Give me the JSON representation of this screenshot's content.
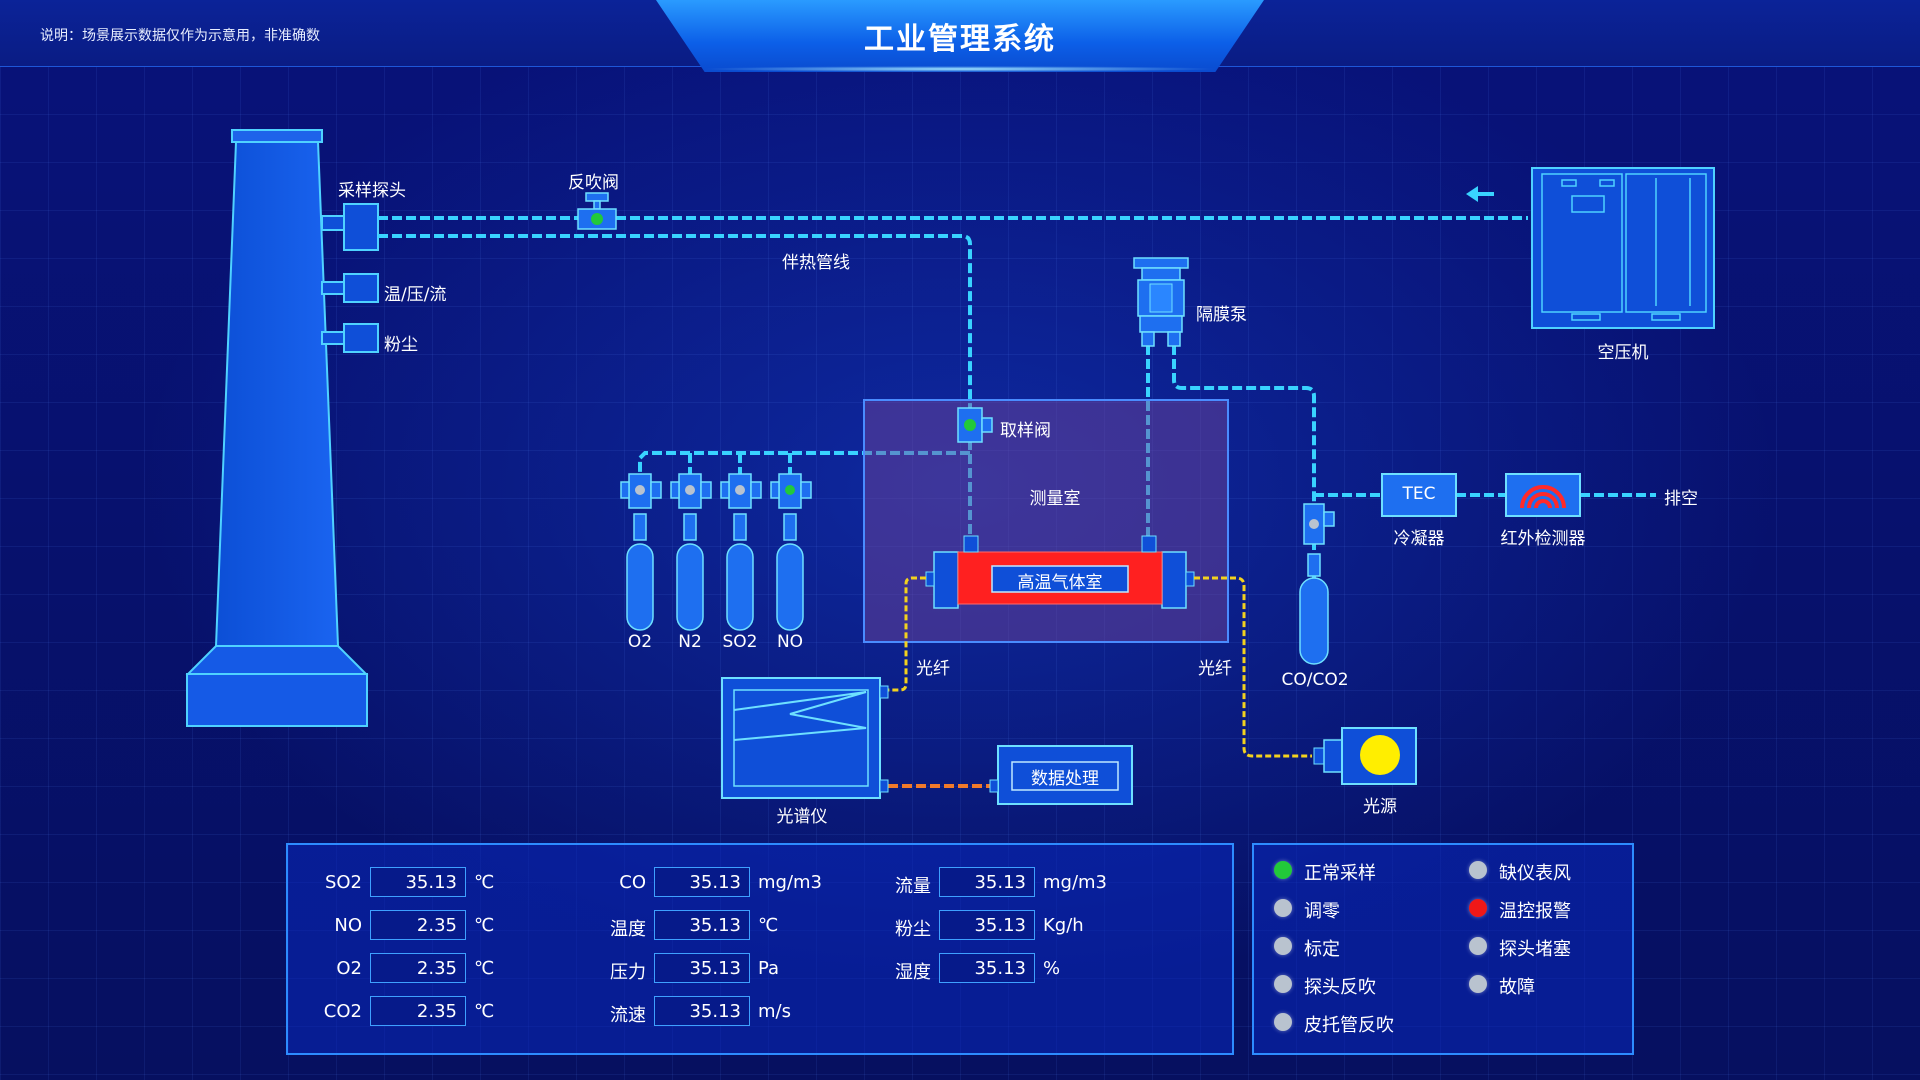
{
  "header": {
    "note": "说明：场景展示数据仅作为示意用，非准确数",
    "title": "工业管理系统"
  },
  "diagram": {
    "labels": {
      "sampling_probe": "采样探头",
      "temp_pressure_flow": "温/压/流",
      "dust": "粉尘",
      "blowback_valve": "反吹阀",
      "heat_trace_line": "伴热管线",
      "diaphragm_pump": "隔膜泵",
      "air_compressor": "空压机",
      "sampling_valve": "取样阀",
      "measurement_room": "测量室",
      "hot_gas_cell": "高温气体室",
      "fiber_left": "光纤",
      "fiber_right": "光纤",
      "spectrometer": "光谱仪",
      "data_processing": "数据处理",
      "light_source": "光源",
      "tec": "TEC",
      "condenser": "冷凝器",
      "ir_detector": "红外检测器",
      "vent": "排空",
      "co_co2": "CO/CO2"
    },
    "cylinders": [
      "O2",
      "N2",
      "SO2",
      "NO"
    ]
  },
  "readings": {
    "col1": [
      {
        "label": "SO2",
        "value": "35.13",
        "unit": "℃"
      },
      {
        "label": "NO",
        "value": "2.35",
        "unit": "℃"
      },
      {
        "label": "O2",
        "value": "2.35",
        "unit": "℃"
      },
      {
        "label": "CO2",
        "value": "2.35",
        "unit": "℃"
      }
    ],
    "col2": [
      {
        "label": "CO",
        "value": "35.13",
        "unit": "mg/m3"
      },
      {
        "label": "温度",
        "value": "35.13",
        "unit": "℃"
      },
      {
        "label": "压力",
        "value": "35.13",
        "unit": "Pa"
      },
      {
        "label": "流速",
        "value": "35.13",
        "unit": "m/s"
      }
    ],
    "col3": [
      {
        "label": "流量",
        "value": "35.13",
        "unit": "mg/m3"
      },
      {
        "label": "粉尘",
        "value": "35.13",
        "unit": "Kg/h"
      },
      {
        "label": "湿度",
        "value": "35.13",
        "unit": "%"
      }
    ]
  },
  "status_legend": {
    "left": [
      {
        "label": "正常采样",
        "color": "#22c93a"
      },
      {
        "label": "调零",
        "color": "#b9c3cf"
      },
      {
        "label": "标定",
        "color": "#b9c3cf"
      },
      {
        "label": "探头反吹",
        "color": "#b9c3cf"
      },
      {
        "label": "皮托管反吹",
        "color": "#b9c3cf"
      }
    ],
    "right": [
      {
        "label": "缺仪表风",
        "color": "#b9c3cf"
      },
      {
        "label": "温控报警",
        "color": "#f01818"
      },
      {
        "label": "探头堵塞",
        "color": "#b9c3cf"
      },
      {
        "label": "故障",
        "color": "#b9c3cf"
      }
    ]
  },
  "colors": {
    "pipe": "#39d3ff",
    "fiber": "#f3d21e",
    "data_link": "#f07a2a",
    "hot_cell": "#ff2020",
    "light_source": "#ffee00"
  }
}
